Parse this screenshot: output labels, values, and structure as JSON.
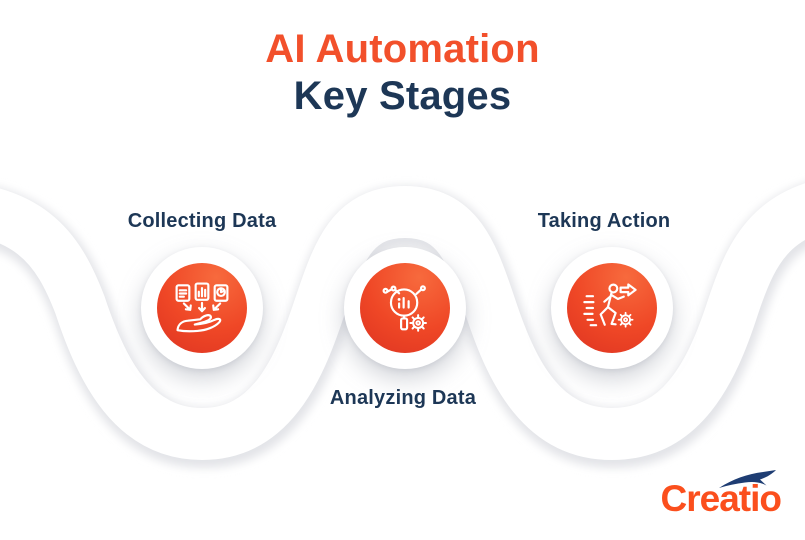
{
  "title": {
    "line1": "AI Automation",
    "line2": "Key Stages"
  },
  "stages": [
    {
      "label": "Collecting Data",
      "icon": "documents-into-hand-icon",
      "label_position": "above"
    },
    {
      "label": "Analyzing Data",
      "icon": "magnifier-bar-chart-gear-icon",
      "label_position": "below"
    },
    {
      "label": "Taking Action",
      "icon": "running-figure-arrow-gear-icon",
      "label_position": "above"
    }
  ],
  "logo": {
    "text": "Creatio",
    "mark": "swoosh-arrow-icon"
  },
  "colors": {
    "accent_orange": "#F2502B",
    "navy": "#1D3756",
    "stage_circle_gradient_start": "#F76A3D",
    "stage_circle_gradient_end": "#D52A1F",
    "logo_orange": "#FB4F1D",
    "logo_arrow_navy": "#1E3D73",
    "path_shadow": "#E3E4E8",
    "background": "#FFFFFF"
  }
}
